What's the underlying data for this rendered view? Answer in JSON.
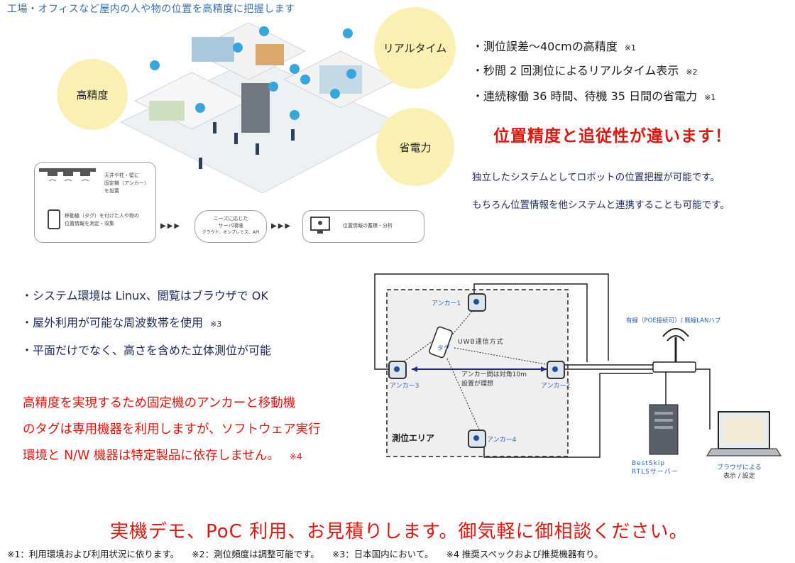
{
  "lead": "工場・オフィスなど屋内の人や物の位置を高精度に把握します",
  "bubbles": {
    "precision": "高精度",
    "realtime": "リアルタイム",
    "power": "省電力"
  },
  "flow": {
    "anchor_text": [
      "天井や柱・壁に",
      "固定機（アンカー）",
      "を設置"
    ],
    "tag_text": [
      "移動機（タグ）を付けた人や物の",
      "位置情報を測定・収集"
    ],
    "server_title": [
      "ニーズに応じた",
      "サーバ環境"
    ],
    "server_sub": "クラウド、オンプレミス、API",
    "result": "位置情報の蓄積・分析"
  },
  "features": [
    {
      "text": "・測位誤差～40cmの高精度",
      "note": "※1"
    },
    {
      "text": "・秒間 2 回測位によるリアルタイム表示",
      "note": "※2"
    },
    {
      "text": "・連続稼働 36 時間、待機 35 日間の省電力",
      "note": "※1"
    }
  ],
  "headline": "位置精度と追従性が違います！",
  "paras": [
    "独立したシステムとしてロボットの位置把握が可能です。",
    "もちろん位置情報を他システムと連携することも可能です。"
  ],
  "system": [
    {
      "text": "・システム環境は Linux、閲覧はブラウザで OK",
      "note": ""
    },
    {
      "text": "・屋外利用が可能な周波数帯を使用",
      "note": "※3"
    },
    {
      "text": "・平面だけでなく、高さを含めた立体測位が可能",
      "note": ""
    }
  ],
  "red_lines": [
    "高精度を実現するため固定機のアンカーと移動機",
    "のタグは専用機器を利用しますが、ソフトウェア実行",
    "環境と N/W 機器は特定製品に依存しません。"
  ],
  "red_note": "※4",
  "diagram": {
    "anchor1": "アンカー1",
    "anchor2": "アンカー2",
    "anchor3": "アンカー3",
    "anchor4": "アンカー4",
    "tag": "タグ",
    "uwb": "UWB通信方式",
    "distance": [
      "アンカー間は対角10m",
      "設置が理想"
    ],
    "area": "測位エリア",
    "hub": "有線（POE接続可）/ 無線LANハブ",
    "server": [
      "BestSkip",
      "RTLSサーバー"
    ],
    "browser": [
      "ブラウザによる",
      "表示 / 設定"
    ]
  },
  "cta": "実機デモ、PoC 利用、お見積りします。御気軽に御相談ください。",
  "footnotes": [
    "※1：利用環境および利用状況に依ります。",
    "※2：測位頻度は調整可能です。",
    "※3：日本国内において。",
    "※4 推奨スペックおよび推奨機器有り。"
  ],
  "colors": {
    "accent_red": "#e0160f",
    "bubble": "#fbf0b4",
    "navy": "#1f2a5a",
    "lead_blue": "#3b6ea5"
  }
}
